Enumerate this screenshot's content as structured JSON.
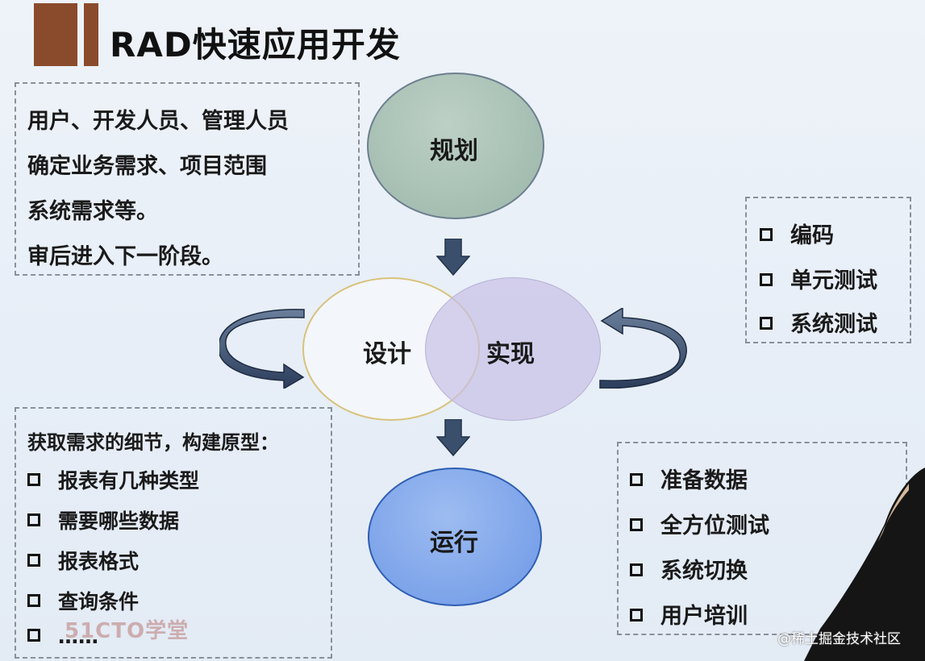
{
  "title": "RAD快速应用开发",
  "nodes": {
    "planning": "规划",
    "design": "设计",
    "implement": "实现",
    "run": "运行"
  },
  "planning_box": {
    "lines": [
      "用户、开发人员、管理人员",
      "确定业务需求、项目范围",
      "系统需求等。",
      "审后进入下一阶段。"
    ]
  },
  "implement_box": {
    "items": [
      "编码",
      "单元测试",
      "系统测试"
    ]
  },
  "design_box": {
    "heading": "获取需求的细节，构建原型：",
    "items": [
      "报表有几种类型",
      "需要哪些数据",
      "报表格式",
      "查询条件",
      "……"
    ]
  },
  "run_box": {
    "items": [
      "准备数据",
      "全方位测试",
      "系统切换",
      "用户培训"
    ]
  },
  "watermarks": {
    "logo": "51CTO学堂",
    "community": "@稀土掘金技术社区"
  },
  "colors": {
    "title_bar": "#8a4b2c",
    "planning_fill": "#a9c1b5",
    "design_fill": "#f1f4f9",
    "implement_fill": "#cfc9e8",
    "run_fill": "#7ea6ea",
    "arrow": "#3a4f6c"
  }
}
